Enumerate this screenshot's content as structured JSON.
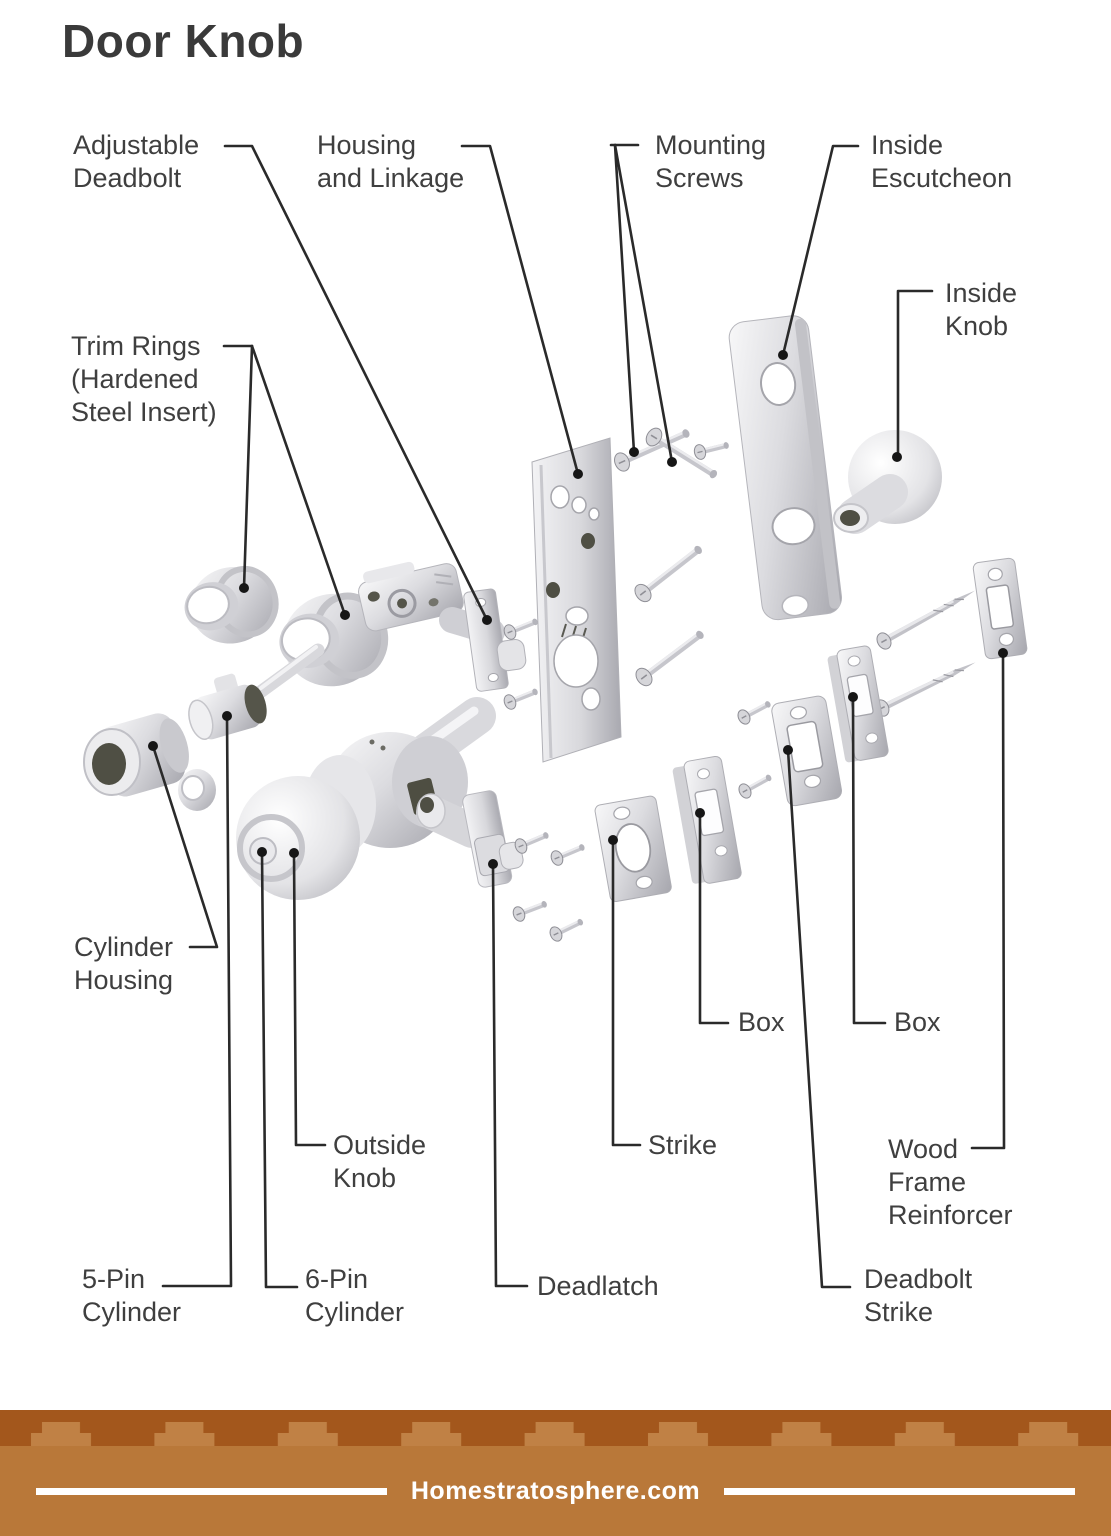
{
  "title": "Door Knob",
  "labels": {
    "adjustable_deadbolt": {
      "line1": "Adjustable",
      "line2": "Deadbolt"
    },
    "housing_linkage": {
      "line1": "Housing",
      "line2": "and Linkage"
    },
    "mounting_screws": {
      "line1": "Mounting",
      "line2": "Screws"
    },
    "inside_escutcheon": {
      "line1": "Inside",
      "line2": "Escutcheon"
    },
    "inside_knob": {
      "line1": "Inside",
      "line2": "Knob"
    },
    "trim_rings": {
      "line1": "Trim Rings",
      "line2": "(Hardened",
      "line3": "Steel Insert)"
    },
    "cylinder_housing": {
      "line1": "Cylinder",
      "line2": "Housing"
    },
    "outside_knob": {
      "line1": "Outside",
      "line2": "Knob"
    },
    "five_pin_cylinder": {
      "line1": "5-Pin",
      "line2": "Cylinder"
    },
    "six_pin_cylinder": {
      "line1": "6-Pin",
      "line2": "Cylinder"
    },
    "deadlatch": {
      "line1": "Deadlatch"
    },
    "strike": {
      "line1": "Strike"
    },
    "box_left": {
      "line1": "Box"
    },
    "box_right": {
      "line1": "Box"
    },
    "wood_frame_reinforcer": {
      "line1": "Wood",
      "line2": "Frame",
      "line3": "Reinforcer"
    },
    "deadbolt_strike": {
      "line1": "Deadbolt",
      "line2": "Strike"
    }
  },
  "footer": {
    "site": "Homestratosphere.com"
  },
  "colors": {
    "footer_band_dark": "#a3571c",
    "footer_tab": "#c08145",
    "footer_base": "#b97839",
    "label_text": "#3f3f3f",
    "leader_line": "#2a2a2a",
    "metal_light": "#f0f0f2",
    "metal_dark": "#a6a6ad",
    "hole_dark": "#4f4f44"
  }
}
